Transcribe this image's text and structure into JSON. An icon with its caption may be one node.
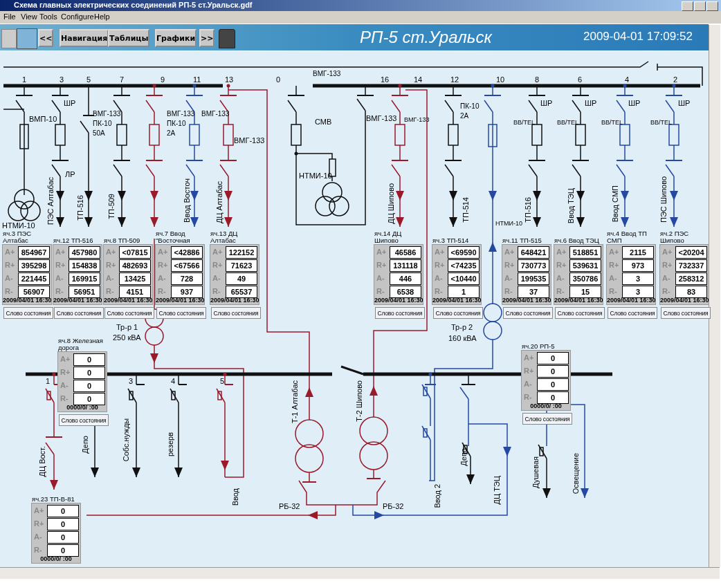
{
  "diagram": {
    "title": "РП-5 ст.Уральск",
    "nodes": [
      {
        "text": [
          "яч.3 ПЭС Алтабас",
          "A+",
          "854967",
          "R+",
          "395298",
          "A-",
          "221445",
          "R-",
          "56907",
          "2009/04/01 16:30"
        ],
        "beside": [
          "Слово состояния"
        ]
      },
      {
        "text": [
          "яч.12 ТП-516",
          "A+",
          "457980",
          "R+",
          "154838",
          "A-",
          "169915",
          "R-",
          "56951",
          "2009/04/01 16:30"
        ],
        "beside": [
          "Слово состояния"
        ]
      },
      {
        "text": [
          "яч.8 ТП-509",
          "A+",
          "<07815",
          "R+",
          "482693",
          "A-",
          "13425",
          "R-",
          "4151",
          "2009/04/01 16:30"
        ],
        "beside": [
          "Слово состояния"
        ]
      },
      {
        "text": [
          "яч.7 Ввод \"Восточная",
          "A+",
          "<42886",
          "R+",
          "<67566",
          "A-",
          "728",
          "R-",
          "937",
          "2009/04/01 16:30"
        ],
        "beside": [
          "Слово состояния"
        ]
      },
      {
        "text": [
          "яч.13 ДЦ Алтабас",
          "A+",
          "122152",
          "R+",
          "71623",
          "A-",
          "49",
          "R-",
          "65537",
          "2009/04/01 16:30"
        ],
        "beside": [
          "Слово состояния"
        ]
      },
      {
        "text": [
          "яч.14 ДЦ Шипово",
          "A+",
          "46586",
          "R+",
          "131118",
          "A-",
          "446",
          "R-",
          "6538",
          "2009/04/01 16:30"
        ],
        "beside": [
          "Слово состояния"
        ]
      },
      {
        "text": [
          "яч.3 ТП-514",
          "A+",
          "<69590",
          "R+",
          "<74235",
          "A-",
          "<10440",
          "R-",
          "1",
          "2009/04/01 16:30"
        ],
        "beside": [
          "Слово состояния"
        ]
      },
      {
        "text": [
          "яч.11 ТП-515",
          "A+",
          "648421",
          "R+",
          "730773",
          "A-",
          "199535",
          "R-",
          "37",
          "2009/04/01 16:30"
        ],
        "beside": [
          "Слово состояния"
        ]
      },
      {
        "text": [
          "яч.6 Ввод ТЭЦ",
          "A+",
          "518851",
          "R+",
          "539631",
          "A-",
          "350786",
          "R-",
          "15",
          "2009/04/01 16:30"
        ],
        "beside": [
          "Слово состояния"
        ]
      },
      {
        "text": [
          "яч.4 Ввод ТП СМП",
          "A+",
          "2115",
          "R+",
          "973",
          "A-",
          "3",
          "R-",
          "3",
          "2009/04/01 16:30"
        ],
        "beside": [
          "Слово состояния"
        ]
      },
      {
        "text": [
          "яч.2 ПЭС Шипово",
          "A+",
          "<20204",
          "R+",
          "732337",
          "A-",
          "258312",
          "R-",
          "83",
          "2009/04/01 16:30"
        ],
        "beside": [
          "Слово состояния"
        ]
      },
      {
        "text": [
          "яч.8 Железная дорога",
          "A+",
          "0",
          "R+",
          "0",
          "A-",
          "0",
          "R-",
          "0",
          "0000/0/ :00"
        ],
        "beside": [
          "Слово состояния"
        ]
      },
      {
        "text": [
          "яч.20 РП-5",
          "A+",
          "0",
          "R+",
          "0",
          "A-",
          "0",
          "R-",
          "0",
          "0000/0/ :00"
        ],
        "beside": [
          "Слово состояния"
        ]
      },
      {
        "text": [
          "яч.23 ТП-В-81",
          "A+",
          "0",
          "R+",
          "0",
          "A-",
          "0",
          "R-",
          "0",
          "0000/0/ :00"
        ]
      }
    ],
    "labels": [
      "Схема главных электрических соединений РП-5 ст.Уральск.gdf",
      "File",
      "View",
      "Tools",
      "Configure",
      "Help",
      "<<",
      "Навигация",
      "Таблицы",
      "Графики",
      ">>",
      "2009-04-01 17:09:52",
      "1",
      "3",
      "5",
      "7",
      "9",
      "11",
      "13",
      "0",
      "ВМГ-133",
      "16",
      "14",
      "12",
      "10",
      "8",
      "6",
      "4",
      "2",
      "ВМП-10",
      "ШР",
      "ЛР",
      "ВМГ-133 ПК-10 50А",
      "ВМГ-133 ПК-10 2А",
      "ВМГ-133",
      "ВМГ-133",
      "СМВ",
      "НТМИ-10",
      "ВМГ-133",
      "ВМГ-133",
      "ПК-10 2А",
      "ШР",
      "BB/TEL",
      "ШР",
      "BB/TEL",
      "ШР",
      "BB/TEL",
      "ШР",
      "BB/TEL",
      "НТМИ-10",
      "НТМИ-10",
      "ПЭС Алтабас",
      "ТП-516",
      "ТП-509",
      "Ввод Восточ",
      "ДЦ Алтабас",
      "ДЦ Шипово",
      "ТП-514",
      "ТП-516",
      "Ввод ТЭЦ",
      "Ввод СМП",
      "ПЭС Шипово",
      "Тр-р 1",
      "250 кВА",
      "Тр-р 2",
      "160 кВА",
      "1",
      "3",
      "4",
      "5",
      "ДЦ Вост.",
      "Депо",
      "Собс.нужды",
      "резерв",
      "Ввод",
      "Т-1 Алтабас",
      "Т-2 Шипово",
      "РБ-32",
      "РБ-32",
      "Ввод 2",
      "Депо",
      "ДЦ ТЭЦ",
      "Душевая",
      "Освещение"
    ]
  }
}
